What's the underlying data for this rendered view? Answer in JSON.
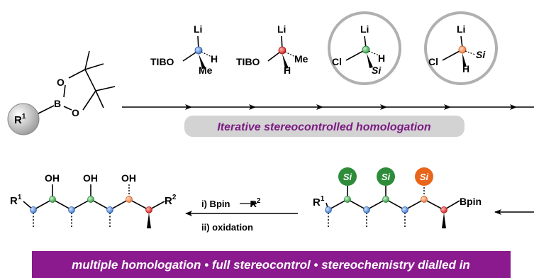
{
  "colors": {
    "purple": "#8a1a8e",
    "pill_bg": "#d3d3d3",
    "blue_atom": "#4a86d8",
    "red_atom": "#e0312c",
    "green_atom": "#3ab14a",
    "orange_atom": "#f58a4b",
    "circle_gray": "#b0b0b0",
    "si_green": "#2e8c3a",
    "si_orange": "#e8661c"
  },
  "start": {
    "r_label": "R",
    "r_sup": "1",
    "b": "B",
    "o": "O"
  },
  "reagents": [
    {
      "li": "Li",
      "left_group": "TIBO",
      "sub_a": "H",
      "sub_b": "Me",
      "atom_color": "blue"
    },
    {
      "li": "Li",
      "left_group": "TIBO",
      "sub_a": "Me",
      "sub_b": "H",
      "atom_color": "red"
    },
    {
      "li": "Li",
      "left_group": "Cl",
      "sub_a": "H",
      "sub_b": "Si",
      "atom_color": "green"
    },
    {
      "li": "Li",
      "left_group": "Cl",
      "sub_a": "Si",
      "sub_b": "H",
      "atom_color": "orange"
    }
  ],
  "pill_text": "Iterative stereocontrolled homologation",
  "product_left": {
    "r1": "R",
    "r1_sup": "1",
    "r2": "R",
    "r2_sup": "2",
    "oh": "OH"
  },
  "conditions": {
    "step1_prefix": "i) Bpin",
    "step1_r": "R",
    "step1_sup": "2",
    "step2": "ii) oxidation"
  },
  "product_right": {
    "r1": "R",
    "r1_sup": "1",
    "bpin": "Bpin",
    "si": "Si"
  },
  "banner": "multiple homologation • full stereocontrol • stereochemistry dialled in"
}
